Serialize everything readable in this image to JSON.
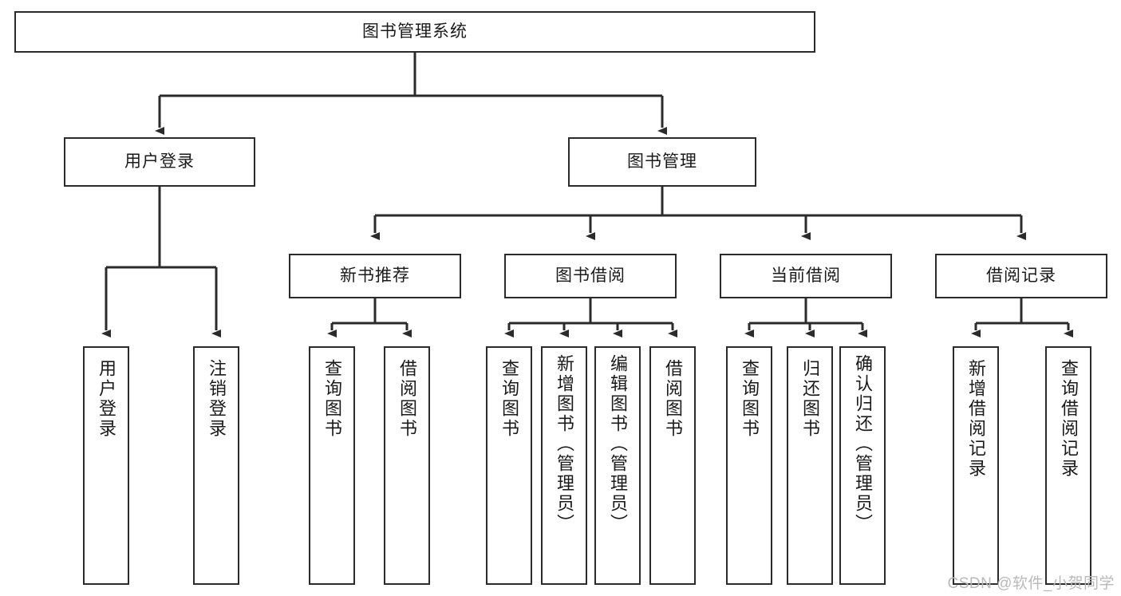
{
  "diagram": {
    "title": "图书管理系统",
    "type": "tree-hierarchy",
    "root": {
      "id": "root",
      "label": "图书管理系统"
    },
    "level2": [
      {
        "id": "user-login",
        "label": "用户登录"
      },
      {
        "id": "book-manage",
        "label": "图书管理"
      }
    ],
    "level3": [
      {
        "id": "new-book-rec",
        "label": "新书推荐"
      },
      {
        "id": "book-borrow",
        "label": "图书借阅"
      },
      {
        "id": "current-borrow",
        "label": "当前借阅"
      },
      {
        "id": "borrow-record",
        "label": "借阅记录"
      }
    ],
    "leaves": {
      "user_login": [
        {
          "id": "leaf-user-login",
          "label": "用户登录"
        },
        {
          "id": "leaf-logout",
          "label": "注销登录"
        }
      ],
      "new_book_rec": [
        {
          "id": "leaf-query-book-1",
          "label": "查询图书"
        },
        {
          "id": "leaf-borrow-book-1",
          "label": "借阅图书"
        }
      ],
      "book_borrow": [
        {
          "id": "leaf-query-book-2",
          "label": "查询图书"
        },
        {
          "id": "leaf-add-book",
          "label": "新增图书（管理员）"
        },
        {
          "id": "leaf-edit-book",
          "label": "编辑图书（管理员）"
        },
        {
          "id": "leaf-borrow-book-2",
          "label": "借阅图书"
        }
      ],
      "current_borrow": [
        {
          "id": "leaf-query-book-3",
          "label": "查询图书"
        },
        {
          "id": "leaf-return-book",
          "label": "归还图书"
        },
        {
          "id": "leaf-confirm-return",
          "label": "确认归还（管理员）"
        }
      ],
      "borrow_record": [
        {
          "id": "leaf-add-record",
          "label": "新增借阅记录"
        },
        {
          "id": "leaf-query-record",
          "label": "查询借阅记录"
        }
      ]
    }
  },
  "watermark": "CSDN @软件_小贺同学",
  "colors": {
    "stroke": "#2b2b2b",
    "text": "#1a1a1a",
    "background": "#ffffff",
    "watermark": "#b9b9b9"
  }
}
